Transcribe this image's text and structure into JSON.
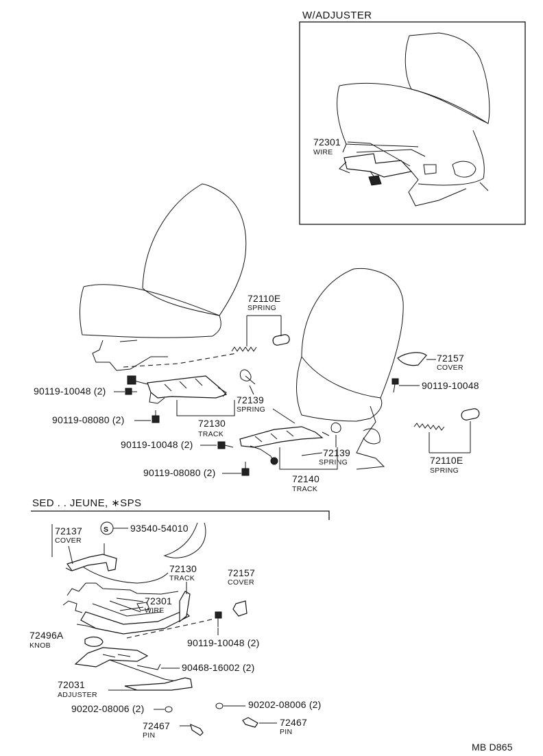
{
  "inset": {
    "title": "W/ADJUSTER",
    "wire_number": "72301",
    "wire_name": "WIRE"
  },
  "main": {
    "spring_top_number": "72110E",
    "spring_top_name": "SPRING",
    "cover_number": "72157",
    "cover_name": "COVER",
    "bolt_right": "90119-10048",
    "bolt_left_1": "90119-10048 (2)",
    "nut_left_1": "90119-08080 (2)",
    "spring_small_number": "72139",
    "spring_small_name": "SPRING",
    "track_left_number": "72130",
    "track_left_name": "TRACK",
    "bolt_left_2": "90119-10048 (2)",
    "spring_small2_number": "72139",
    "spring_small2_name": "SPRING",
    "spring_right_number": "72110E",
    "spring_right_name": "SPRING",
    "nut_left_2": "90119-08080 (2)",
    "track_right_number": "72140",
    "track_right_name": "TRACK"
  },
  "sed": {
    "title": "SED . . JEUNE, ∗SPS",
    "s_mark": "S",
    "cover_number": "72137",
    "cover_name": "COVER",
    "seal_number": "93540-54010",
    "track_number": "72130",
    "track_name": "TRACK",
    "cover2_number": "72157",
    "cover2_name": "COVER",
    "wire_number": "72301",
    "wire_name": "WIRE",
    "knob_number": "72496A",
    "knob_name": "KNOB",
    "bolt": "90119-10048 (2)",
    "pin_bolt": "90468-16002 (2)",
    "adjuster_number": "72031",
    "adjuster_name": "ADJUSTER",
    "washer_left": "90202-08006 (2)",
    "washer_right": "90202-08006 (2)",
    "pin_left_number": "72467",
    "pin_left_name": "PIN",
    "pin_right_number": "72467",
    "pin_right_name": "PIN"
  },
  "footer": {
    "code": "MB  D865"
  }
}
